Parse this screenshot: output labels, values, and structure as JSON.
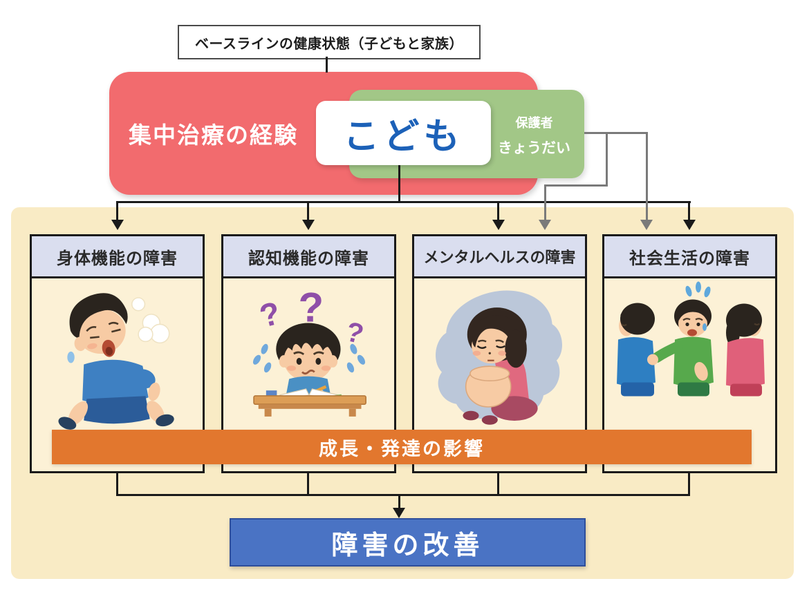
{
  "diagram": {
    "baseline": {
      "label": "ベースラインの健康状態（子どもと家族）"
    },
    "icu": {
      "label": "集中治療の経験"
    },
    "child": {
      "label": "こども"
    },
    "family": {
      "guardian": "保護者",
      "sibling": "きょうだい"
    },
    "categories": [
      {
        "label": "身体機能の障害",
        "illustration": "exhausted-boy"
      },
      {
        "label": "認知機能の障害",
        "illustration": "confused-student-with-question-marks"
      },
      {
        "label": "メンタルヘルスの障害",
        "illustration": "depressed-girl-hugging-knees"
      },
      {
        "label": "社会生活の障害",
        "illustration": "excluded-child-among-peers"
      }
    ],
    "growth": {
      "label": "成長・発達の影響"
    },
    "outcome": {
      "label": "障害の改善"
    },
    "glyphs": {
      "question_mark": "?"
    },
    "colors": {
      "icu_red": "#F26B6E",
      "family_green": "#A2C787",
      "child_text_blue": "#1C61B8",
      "panel_cream": "#F9EBC5",
      "category_header_lavender": "#DADEEF",
      "growth_orange": "#E2772E",
      "outcome_blue": "#4A73C4",
      "arrow_black": "#1A1A1A",
      "arrow_gray": "#7A7A7A"
    }
  }
}
